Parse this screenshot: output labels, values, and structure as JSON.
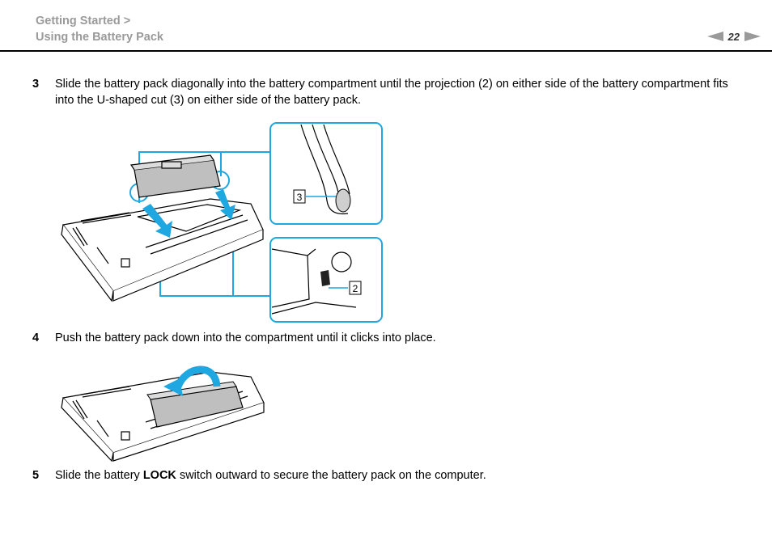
{
  "header": {
    "breadcrumb": [
      "Getting Started >",
      "Using the Battery Pack"
    ],
    "page_number": "22",
    "prev_icon": "left-arrow-icon",
    "next_icon": "right-arrow-icon"
  },
  "colors": {
    "accent": "#1ea7e0",
    "muted": "#9a9a9a"
  },
  "steps": [
    {
      "number": "3",
      "text": "Slide the battery pack diagonally into the battery compartment until the projection (2) on either side of the battery compartment fits into the U-shaped cut (3) on either side of the battery pack."
    },
    {
      "number": "4",
      "text": "Push the battery pack down into the compartment until it clicks into place."
    },
    {
      "number": "5",
      "text_before": "Slide the battery ",
      "text_bold": "LOCK",
      "text_after": " switch outward to secure the battery pack on the computer."
    }
  ],
  "figure1": {
    "callout_top": "3",
    "callout_bottom": "2"
  }
}
